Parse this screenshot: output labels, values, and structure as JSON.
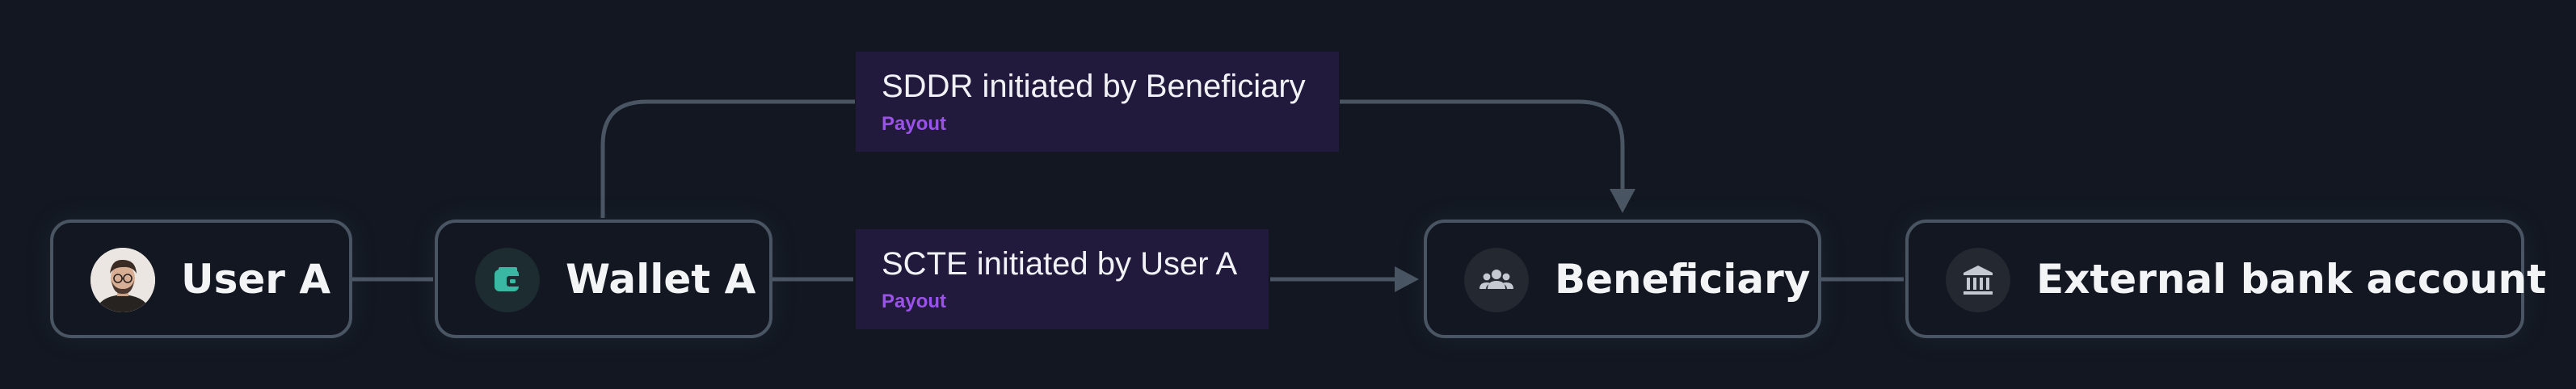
{
  "nodes": [
    {
      "id": "user_a",
      "label": "User A",
      "icon": "avatar-photo"
    },
    {
      "id": "wallet_a",
      "label": "Wallet A",
      "icon": "wallet-icon",
      "accent": "#3ab8a4"
    },
    {
      "id": "beneficiary",
      "label": "Beneficiary",
      "icon": "people-icon"
    },
    {
      "id": "external_bank",
      "label": "External bank account",
      "icon": "bank-icon"
    }
  ],
  "edges": [
    {
      "id": "sddr",
      "from": "wallet_a",
      "to": "beneficiary",
      "title": "SDDR  initiated by Beneficiary",
      "subtitle": "Payout",
      "arrow": true
    },
    {
      "id": "scte",
      "from": "wallet_a",
      "to": "beneficiary",
      "title": "SCTE  initiated by User A",
      "subtitle": "Payout",
      "arrow": true
    },
    {
      "id": "user_wallet",
      "from": "user_a",
      "to": "wallet_a",
      "arrow": false
    },
    {
      "id": "beneficiary_bank",
      "from": "beneficiary",
      "to": "external_bank",
      "arrow": false
    }
  ],
  "colors": {
    "background": "#121721",
    "border": "#4a5563",
    "connector": "#4a5563",
    "label_bg": "#221a3d",
    "label_sub": "#9a52e8",
    "text": "#f3f4f6"
  }
}
